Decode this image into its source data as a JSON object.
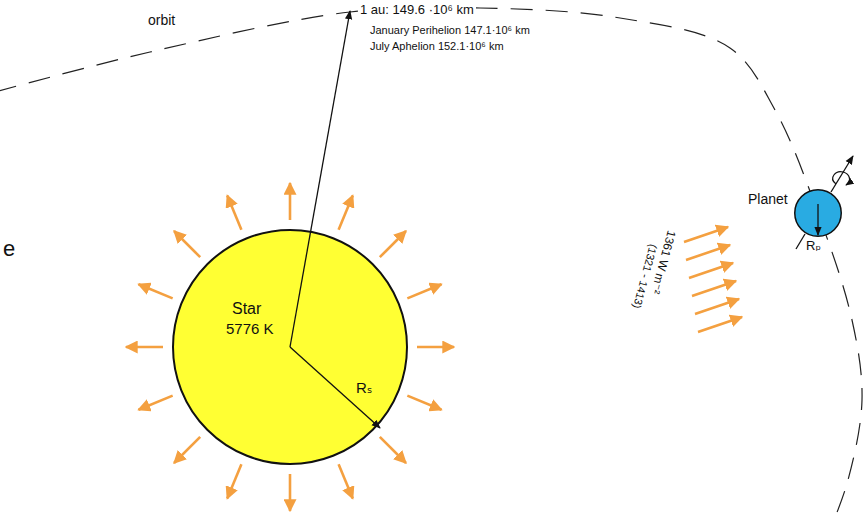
{
  "diagram": {
    "nodes": [
      {
        "text": [
          "Star",
          "5776 K",
          "Rₛ"
        ]
      },
      {
        "text": [
          "Planet",
          "Rₚ"
        ]
      }
    ],
    "labels": [
      "orbit",
      "1 au: 149.6 ·10⁶ km",
      "January Perihelion 147.1·10⁶ km",
      "July Aphelion 152.1·10⁶ km",
      "1361 W m⁻²",
      "(1321 - 1413)",
      "e"
    ]
  }
}
